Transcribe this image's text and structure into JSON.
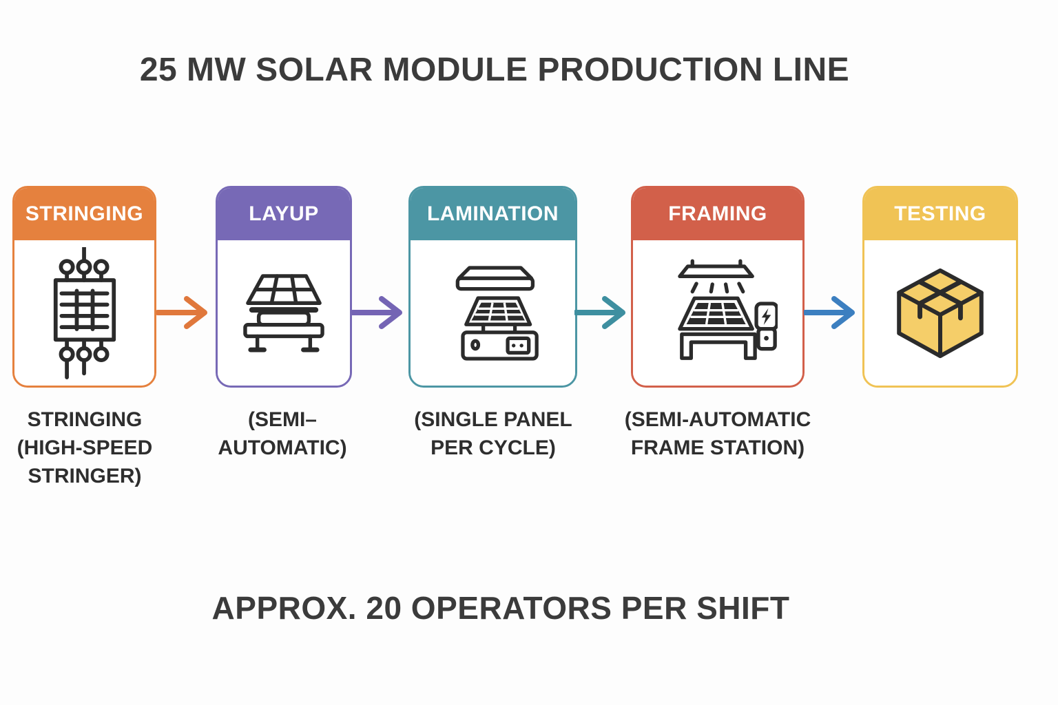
{
  "title": "25 MW SOLAR MODULE PRODUCTION LINE",
  "footer": "APPROX. 20 OPERATORS PER SHIFT",
  "text_color": "#3B3B3B",
  "caption_color": "#2E2E2E",
  "icon_line_color": "#2B2B2B",
  "stages": [
    {
      "label": "STRINGING",
      "header_color": "#E5813E",
      "icon": "cell-string-icon",
      "caption_lines": [
        "STRINGING",
        "(HIGH-SPEED",
        "STRINGER)"
      ]
    },
    {
      "label": "LAYUP",
      "header_color": "#7769B6",
      "icon": "panel-on-table-icon",
      "caption_lines": [
        "(SEMI–",
        "AUTOMATIC)"
      ]
    },
    {
      "label": "LAMINATION",
      "header_color": "#4C96A4",
      "icon": "laminator-icon",
      "caption_lines": [
        "(SINGLE PANEL",
        "PER CYCLE)"
      ]
    },
    {
      "label": "FRAMING",
      "header_color": "#D2604A",
      "icon": "frame-station-icon",
      "caption_lines": [
        "(SEMI-AUTOMATIC",
        "FRAME STATION)"
      ]
    },
    {
      "label": "TESTING",
      "header_color": "#F0C355",
      "icon": "packed-box-icon",
      "caption_lines": [],
      "box_fill_color": "#F5CE69"
    }
  ],
  "arrows": [
    {
      "color": "#E0783C"
    },
    {
      "color": "#7464B4"
    },
    {
      "color": "#3E8FA0"
    },
    {
      "color": "#3C7FC0"
    }
  ]
}
